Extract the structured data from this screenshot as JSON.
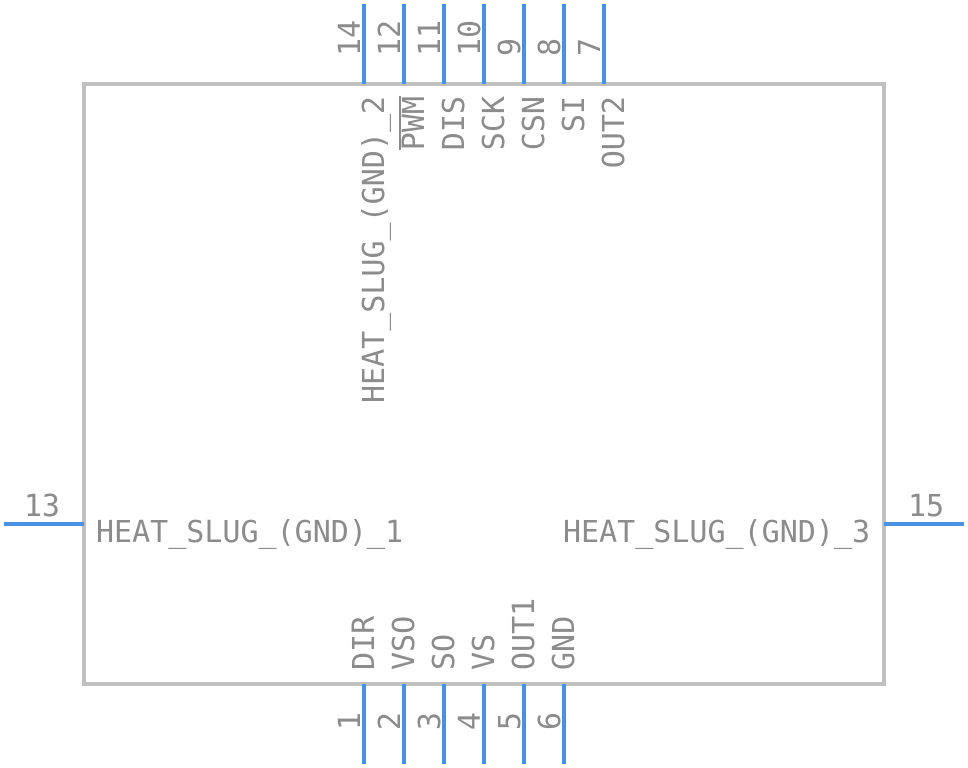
{
  "component": {
    "body_color": "#c0c0c0",
    "pin_color": "#4a90e2",
    "text_color": "#8c8c8c",
    "top_pins": [
      {
        "number": "14",
        "name": "HEAT_SLUG_(GND)_2"
      },
      {
        "number": "12",
        "name": "PWM",
        "overbar": true
      },
      {
        "number": "11",
        "name": "DIS"
      },
      {
        "number": "10",
        "name": "SCK"
      },
      {
        "number": "9",
        "name": "CSN"
      },
      {
        "number": "8",
        "name": "SI"
      },
      {
        "number": "7",
        "name": "OUT2"
      }
    ],
    "bottom_pins": [
      {
        "number": "1",
        "name": "DIR"
      },
      {
        "number": "2",
        "name": "VSO"
      },
      {
        "number": "3",
        "name": "SO"
      },
      {
        "number": "4",
        "name": "VS"
      },
      {
        "number": "5",
        "name": "OUT1"
      },
      {
        "number": "6",
        "name": "GND"
      }
    ],
    "left_pin": {
      "number": "13",
      "name": "HEAT_SLUG_(GND)_1"
    },
    "right_pin": {
      "number": "15",
      "name": "HEAT_SLUG_(GND)_3"
    }
  }
}
